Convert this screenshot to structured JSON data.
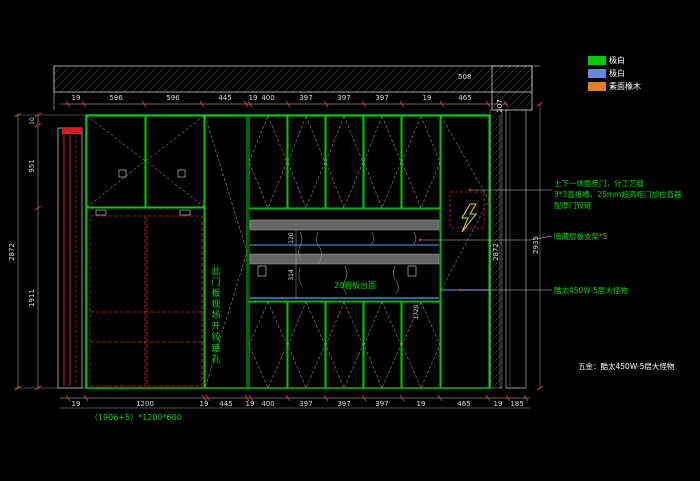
{
  "legend": [
    {
      "swatch_color": "#00cc00",
      "label": "极白"
    },
    {
      "swatch_color": "#6688dd",
      "label": "极白"
    },
    {
      "swatch_color": "#e08020",
      "label": "素面橡木"
    }
  ],
  "dims_top": {
    "d508": "508",
    "d19a": "19",
    "d596a": "596",
    "d596b": "596",
    "d445": "445",
    "d19b": "19",
    "d400": "400",
    "d397a": "397",
    "d397b": "397",
    "d397c": "397",
    "d19c": "19",
    "d465": "465",
    "d207": "207"
  },
  "dims_bottom": {
    "d19a": "19",
    "d1200": "1200",
    "d19b": "19",
    "d445": "445",
    "d19c": "19",
    "d400": "400",
    "d397a": "397",
    "d397b": "397",
    "d397c": "397",
    "d19d": "19",
    "d465": "465",
    "d19e": "19",
    "d185": "185"
  },
  "dims_left": {
    "d10": "10",
    "d951": "951",
    "d1911": "1911",
    "d2872": "2872"
  },
  "dims_right": {
    "d2872": "2872",
    "d2935": "2935"
  },
  "dims_inner": {
    "d120": "120",
    "d314": "314",
    "d1720": "1720"
  },
  "annotations": {
    "note1_line1": "上下一体整柜门，分工艺缝",
    "note1_line2": "3*3直接槽，25mm超高柜门加拉直器",
    "note1_line3": "配厚门铰链",
    "note2": "暗藏层板支架*5",
    "note3": "酷太450W-5层大怪物",
    "note4": "五金：酷太450W-5层大怪物",
    "center_label": "20岩板台面",
    "vertical_note": [
      "此",
      "门",
      "板",
      "现",
      "场",
      "开",
      "铰",
      "链",
      "孔"
    ],
    "bottom_formula": "（1906+5）*1200*600"
  }
}
